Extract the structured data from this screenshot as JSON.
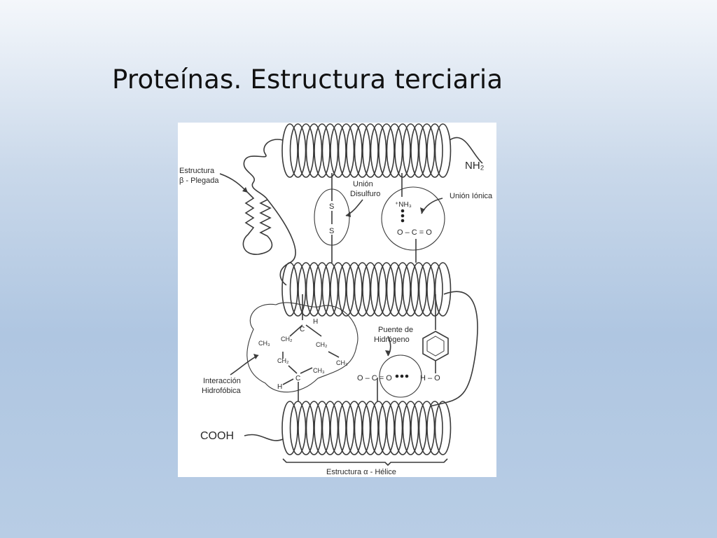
{
  "slide": {
    "title": "Proteínas. Estructura terciaria"
  },
  "diagram": {
    "labels": {
      "beta_structure_line1": "Estructura",
      "beta_structure_line2": "β - Plegada",
      "nh2": "NH₂",
      "disulfide_line1": "Unión",
      "disulfide_line2": "Disulfuro",
      "ionic_bond": "Unión Iónica",
      "hydrogen_bridge_line1": "Puente de",
      "hydrogen_bridge_line2": "Hidrógeno",
      "hydrophobic_line1": "Interacción",
      "hydrophobic_line2": "Hidrofóbica",
      "cooh": "COOH",
      "alpha_helix": "Estructura α - Hélice"
    },
    "chem": {
      "s_top": "S",
      "s_bottom": "S",
      "nh3": "⁺NH₃",
      "carboxylate": "O – C = O",
      "h_top": "H",
      "c_top": "C",
      "ch3_a": "CH₃",
      "ch2_a": "CH₂",
      "ch2_b": "CH₂",
      "ch3_b": "CH₃",
      "ch2_c": "CH₂",
      "ch3_c": "CH₃",
      "h_bottom": "H",
      "c_bottom": "C",
      "carbonyl": "O – C = O",
      "h_o": "H – O"
    }
  }
}
